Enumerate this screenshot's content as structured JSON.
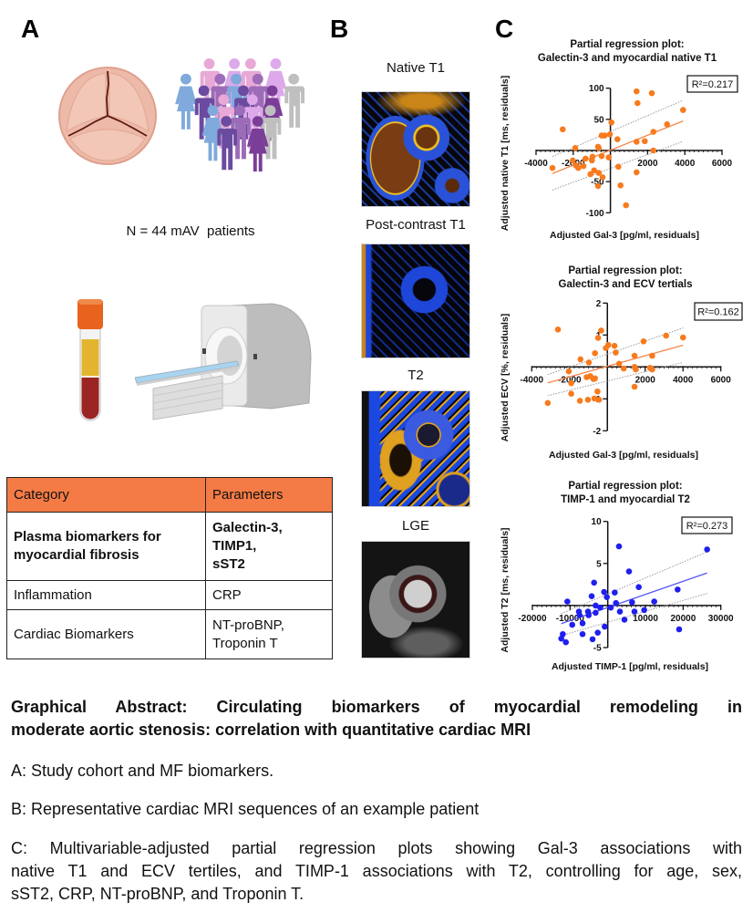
{
  "panel_labels": {
    "a": "A",
    "b": "B",
    "c": "C"
  },
  "panel_a": {
    "cohort_label": "N = 44 mAV  patients",
    "icons": [
      "aortic-valve-icon",
      "patient-crowd-icon",
      "blood-tube-icon",
      "mri-scanner-icon"
    ],
    "table": {
      "headers": [
        "Category",
        "Parameters"
      ],
      "rows": [
        {
          "category": "Plasma biomarkers for myocardial fibrosis",
          "parameters": [
            "Galectin-3,",
            "TIMP1,",
            "sST2"
          ]
        },
        {
          "category": "Inflammation",
          "parameters": [
            "CRP"
          ]
        },
        {
          "category": "Cardiac Biomarkers",
          "parameters": [
            "NT-proBNP,",
            "Troponin T"
          ]
        }
      ]
    },
    "colors": {
      "table_header": "#F47B45"
    }
  },
  "panel_b": {
    "images": [
      {
        "label": "Native T1"
      },
      {
        "label": "Post-contrast T1"
      },
      {
        "label": "T2"
      },
      {
        "label": "LGE"
      }
    ]
  },
  "caption": {
    "title_lines": [
      "Graphical Abstract: Circulating biomarkers of myocardial remodeling in",
      "moderate aortic stenosis: correlation with quantitative cardiac MRI"
    ],
    "a": "A: Study cohort and MF biomarkers.",
    "b": "B: Representative cardiac MRI sequences of an example patient",
    "c_lines": [
      "C: Multivariable-adjusted partial regression plots showing Gal-3 associations with",
      "native T1 and ECV tertiles, and TIMP-1 associations with T2, controlling for age, sex,",
      "sST2, CRP, NT-proBNP, and Troponin T."
    ]
  },
  "chart_data": [
    {
      "type": "scatter",
      "title_lines": [
        "Partial regression plot:",
        "Galectin-3 and myocardial native T1"
      ],
      "xlabel": "Adjusted Gal-3 [pg/ml, residuals]",
      "ylabel": "Adjusted native T1 [ms, residuals]",
      "xlim": [
        -4000,
        6000
      ],
      "ylim": [
        -100,
        100
      ],
      "x_ticks": [
        -4000,
        -2000,
        2000,
        4000,
        6000
      ],
      "y_ticks": [
        100,
        50,
        -50,
        -100
      ],
      "annotation": "R²=0.217",
      "r_squared": 0.217,
      "grid": false,
      "color": "#F77B1E",
      "fit_color": "#F5874A",
      "points": [
        [
          -3118,
          -28
        ],
        [
          -2564,
          34
        ],
        [
          -2024,
          -16
        ],
        [
          -1892,
          4
        ],
        [
          -1858,
          -24
        ],
        [
          -1730,
          -28
        ],
        [
          -1451,
          -25
        ],
        [
          -1338,
          -13
        ],
        [
          -1074,
          -38
        ],
        [
          -995,
          -16
        ],
        [
          -961,
          -10
        ],
        [
          -877,
          -32
        ],
        [
          -667,
          6
        ],
        [
          -667,
          -57
        ],
        [
          -632,
          4
        ],
        [
          -632,
          -36
        ],
        [
          -471,
          24
        ],
        [
          -471,
          -9
        ],
        [
          -422,
          -43
        ],
        [
          -309,
          24
        ],
        [
          -93,
          -11
        ],
        [
          -29,
          26
        ],
        [
          54,
          45
        ],
        [
          378,
          18
        ],
        [
          427,
          -26
        ],
        [
          544,
          -56
        ],
        [
          838,
          -88
        ],
        [
          1407,
          95
        ],
        [
          1456,
          76
        ],
        [
          1407,
          14
        ],
        [
          1407,
          -35
        ],
        [
          1848,
          15
        ],
        [
          2225,
          92
        ],
        [
          2309,
          30
        ],
        [
          2309,
          0
        ],
        [
          3044,
          42
        ],
        [
          3907,
          65
        ]
      ],
      "fit": {
        "x": [
          -3118,
          3907
        ],
        "y": [
          -37,
          47.4
        ]
      },
      "ci_upper": {
        "x": [
          -3118,
          3907
        ],
        "y": [
          -9.7,
          80.5
        ]
      },
      "ci_lower": {
        "x": [
          -3118,
          3907
        ],
        "y": [
          -63.4,
          14.6
        ]
      }
    },
    {
      "type": "scatter",
      "title_lines": [
        "Partial regression plot:",
        "Galectin-3 and ECV tertials"
      ],
      "xlabel": "Adjusted Gal-3 [pg/ml, residuals]",
      "ylabel": "Adjusted ECV [%, residuals]",
      "xlim": [
        -4000,
        6000
      ],
      "ylim": [
        -2,
        2
      ],
      "x_ticks": [
        -4000,
        -2000,
        2000,
        4000,
        6000
      ],
      "y_ticks": [
        2,
        1,
        -1,
        -2
      ],
      "annotation": "R²=0.162",
      "r_squared": 0.162,
      "grid": false,
      "color": "#F77B1E",
      "fit_color": "#F5874A",
      "points": [
        [
          -2614,
          1.17
        ],
        [
          -3154,
          -1.13
        ],
        [
          -2043,
          -0.14
        ],
        [
          -1912,
          -0.51
        ],
        [
          -1912,
          -0.84
        ],
        [
          -1422,
          0.24
        ],
        [
          -1454,
          -1.06
        ],
        [
          -980,
          0.14
        ],
        [
          -1095,
          -0.32
        ],
        [
          -899,
          -0.29
        ],
        [
          -654,
          -0.36
        ],
        [
          -654,
          0.43
        ],
        [
          -735,
          -0.38
        ],
        [
          -1029,
          -1.03
        ],
        [
          -686,
          -0.99
        ],
        [
          -523,
          -0.77
        ],
        [
          -441,
          -1.03
        ],
        [
          -490,
          0.91
        ],
        [
          -327,
          1.14
        ],
        [
          -82,
          0.59
        ],
        [
          49,
          0.69
        ],
        [
          376,
          0.66
        ],
        [
          441,
          0.45
        ],
        [
          621,
          0.1
        ],
        [
          866,
          -0.05
        ],
        [
          1438,
          0.35
        ],
        [
          1438,
          0.0
        ],
        [
          1503,
          -0.08
        ],
        [
          1438,
          -0.62
        ],
        [
          1912,
          0.8
        ],
        [
          2255,
          -0.03
        ],
        [
          2369,
          -0.08
        ],
        [
          2369,
          0.35
        ],
        [
          3105,
          0.98
        ],
        [
          4003,
          0.92
        ]
      ],
      "fit": {
        "x": [
          -3154,
          4003
        ],
        "y": [
          -0.5,
          0.68
        ]
      },
      "ci_upper": {
        "x": [
          -3154,
          4003
        ],
        "y": [
          -0.24,
          1.22
        ]
      },
      "ci_lower": {
        "x": [
          -3154,
          4003
        ],
        "y": [
          -0.9,
          0.14
        ]
      }
    },
    {
      "type": "scatter",
      "title_lines": [
        "Partial regression plot:",
        "TIMP-1 and myocardial T2"
      ],
      "xlabel": "Adjusted TIMP-1 [pg/ml, residuals]",
      "ylabel": "Adjusted T2 [ms, residuals]",
      "xlim": [
        -20000,
        30000
      ],
      "ylim": [
        -5,
        10
      ],
      "x_ticks": [
        -20000,
        -10000,
        10000,
        20000,
        30000
      ],
      "y_ticks": [
        10,
        5,
        -5
      ],
      "annotation": "R²=0.273",
      "r_squared": 0.273,
      "grid": false,
      "color": "#1F1FEF",
      "fit_color": "#5555F2",
      "points": [
        [
          -10720,
          0.47
        ],
        [
          -11930,
          -3.4
        ],
        [
          -12330,
          -3.94
        ],
        [
          -11120,
          -4.37
        ],
        [
          -9430,
          -2.29
        ],
        [
          -7660,
          -0.72
        ],
        [
          -7490,
          -1.15
        ],
        [
          -6690,
          -2.11
        ],
        [
          -6690,
          -3.4
        ],
        [
          -5240,
          -0.72
        ],
        [
          -5080,
          -1.15
        ],
        [
          -4270,
          1.11
        ],
        [
          -3630,
          2.72
        ],
        [
          -3220,
          0
        ],
        [
          -3220,
          -0.86
        ],
        [
          -4030,
          -4.01
        ],
        [
          -2660,
          -3.23
        ],
        [
          -2020,
          -0.25
        ],
        [
          -970,
          1.61
        ],
        [
          -240,
          1.0
        ],
        [
          -810,
          -2.51
        ],
        [
          810,
          -0.25
        ],
        [
          1850,
          1.54
        ],
        [
          2180,
          0.29
        ],
        [
          2980,
          7.03
        ],
        [
          3220,
          -0.72
        ],
        [
          4430,
          -1.68
        ],
        [
          5640,
          4.05
        ],
        [
          6450,
          0.39
        ],
        [
          7090,
          -0.72
        ],
        [
          8220,
          2.19
        ],
        [
          9670,
          -0.54
        ],
        [
          12330,
          0.47
        ],
        [
          18540,
          1.9
        ],
        [
          18940,
          -2.83
        ],
        [
          26360,
          6.67
        ]
      ],
      "fit": {
        "x": [
          -12330,
          26360
        ],
        "y": [
          -2.15,
          3.87
        ]
      },
      "ci_upper": {
        "x": [
          -12330,
          26360
        ],
        "y": [
          -0.97,
          6.38
        ]
      },
      "ci_lower": {
        "x": [
          -12330,
          26360
        ],
        "y": [
          -3.58,
          1.43
        ]
      }
    }
  ]
}
